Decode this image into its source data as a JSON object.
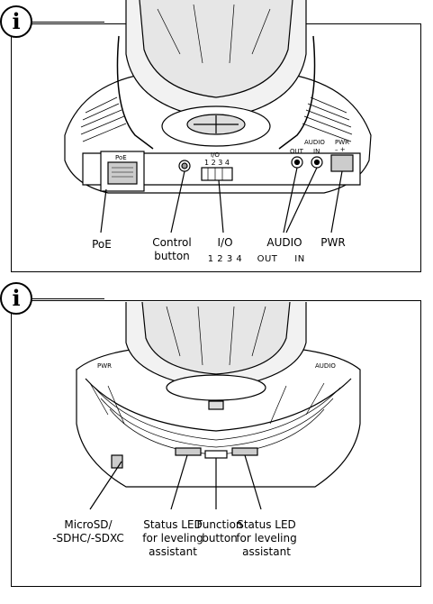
{
  "top_panel": {
    "labels": {
      "poe": "PoE",
      "control_button": "Control\nbutton",
      "io": "I/O",
      "io_pins": "1 2 3 4",
      "audio": "AUDIO",
      "audio_out": "OUT",
      "audio_in": "IN",
      "pwr": "PWR"
    },
    "device_markings": {
      "poe_port": "PoE",
      "io_header": "I/O",
      "io_pins": "1 2 3 4",
      "audio_header": "AUDIO",
      "audio_out": "OUT",
      "audio_in": "IN",
      "pwr": "PWR",
      "polarity": "– +"
    }
  },
  "bottom_panel": {
    "labels": {
      "microsd": "MicroSD/\n-SDHC/-SDXC",
      "status_led_left": "Status LED\nfor leveling\nassistant",
      "function_button": "Function\nbutton",
      "status_led_right": "Status LED\nfor leveling\nassistant"
    },
    "device_markings": {
      "pwr": "PWR",
      "audio": "AUDIO"
    }
  },
  "info_icon_glyph": "i",
  "colors": {
    "line": "#000000",
    "background": "#ffffff",
    "shade": "#cfcfcf"
  }
}
